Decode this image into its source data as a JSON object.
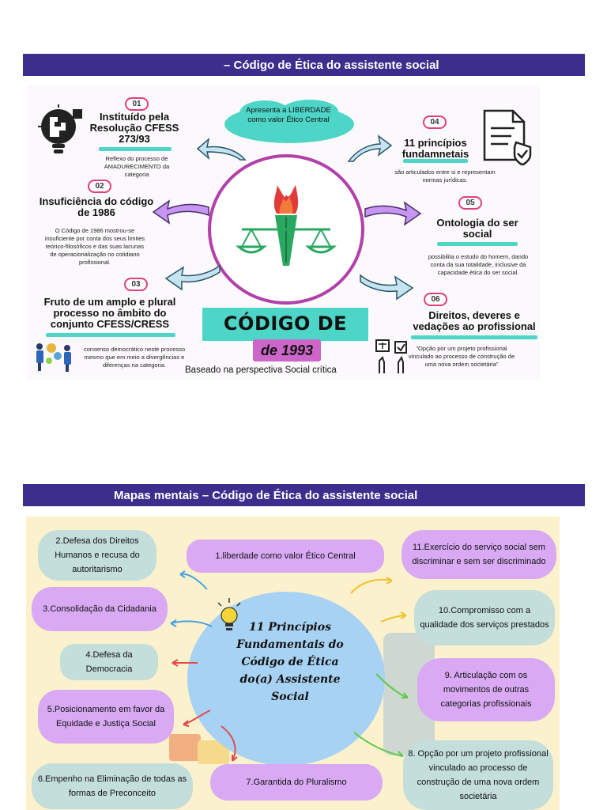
{
  "top": {
    "banner": "– Código de Ética do assistente social",
    "items": [
      {
        "num": "01",
        "title": "Instituído pela Resolução CFESS 273/93",
        "desc": "Reflexo do processo de AMADURECIMENTO da categoria"
      },
      {
        "num": "02",
        "title": "Insuficiência do código de 1986",
        "desc": "O Código de 1986 mostrou-se insuficiente por conta dos seus limites teórico-filosóficos e das suas lacunas de operacionalização no cotidiano profissional."
      },
      {
        "num": "03",
        "title": "Fruto de um amplo e plural processo no âmbito do conjunto CFESS/CRESS",
        "desc": "consenso democrático neste processo mesmo que em meio a divergências e diferenças na categoria."
      },
      {
        "num": "04",
        "title": "11 princípios fundamnetais",
        "desc": "são articulados entre si e representam normas jurídicas."
      },
      {
        "num": "05",
        "title": "Ontologia do ser social",
        "desc": "possibilita o estudo do homem, dando conta da sua totalidade, inclusive da capacidade ética do ser social."
      },
      {
        "num": "06",
        "title": "Direitos, deveres e vedações ao profissional",
        "desc": "\"Opção por um projeto profissional vinculado ao processo de construção de uma nova ordem societária\""
      }
    ],
    "cloud": "Apresenta a LIBERDADE como valor Ético Central",
    "main_title": "CÓDIGO DE ÉTICA",
    "year": "de 1993",
    "subtitle": "Baseado na perspectiva Social crítica"
  },
  "bottom": {
    "banner": "Mapas mentais – Código de Ética do assistente social",
    "center": "11 Princípios Fundamentais do Código de Ética do(a) Assistente Social",
    "principles": [
      "1.liberdade como valor Ético Central",
      "2.Defesa dos Direitos Humanos e recusa do autoritarismo",
      "3.Consolidação da Cidadania",
      "4.Defesa da Democracia",
      "5.Posicionamento em favor da Equidade e Justiça Social",
      "6.Empenho na Eliminação de todas as formas de Preconceito",
      "7.Garantida do Pluralismo",
      "8. Opção por um projeto profissional vinculado ao processo de construção de uma nova ordem societária",
      "9. Articulação com os movimentos de outras categorias profissionais",
      "10.Compromisso com a qualidade dos serviços prestados",
      "11.Exercício do serviço social sem discriminar e sem ser discriminado"
    ]
  }
}
